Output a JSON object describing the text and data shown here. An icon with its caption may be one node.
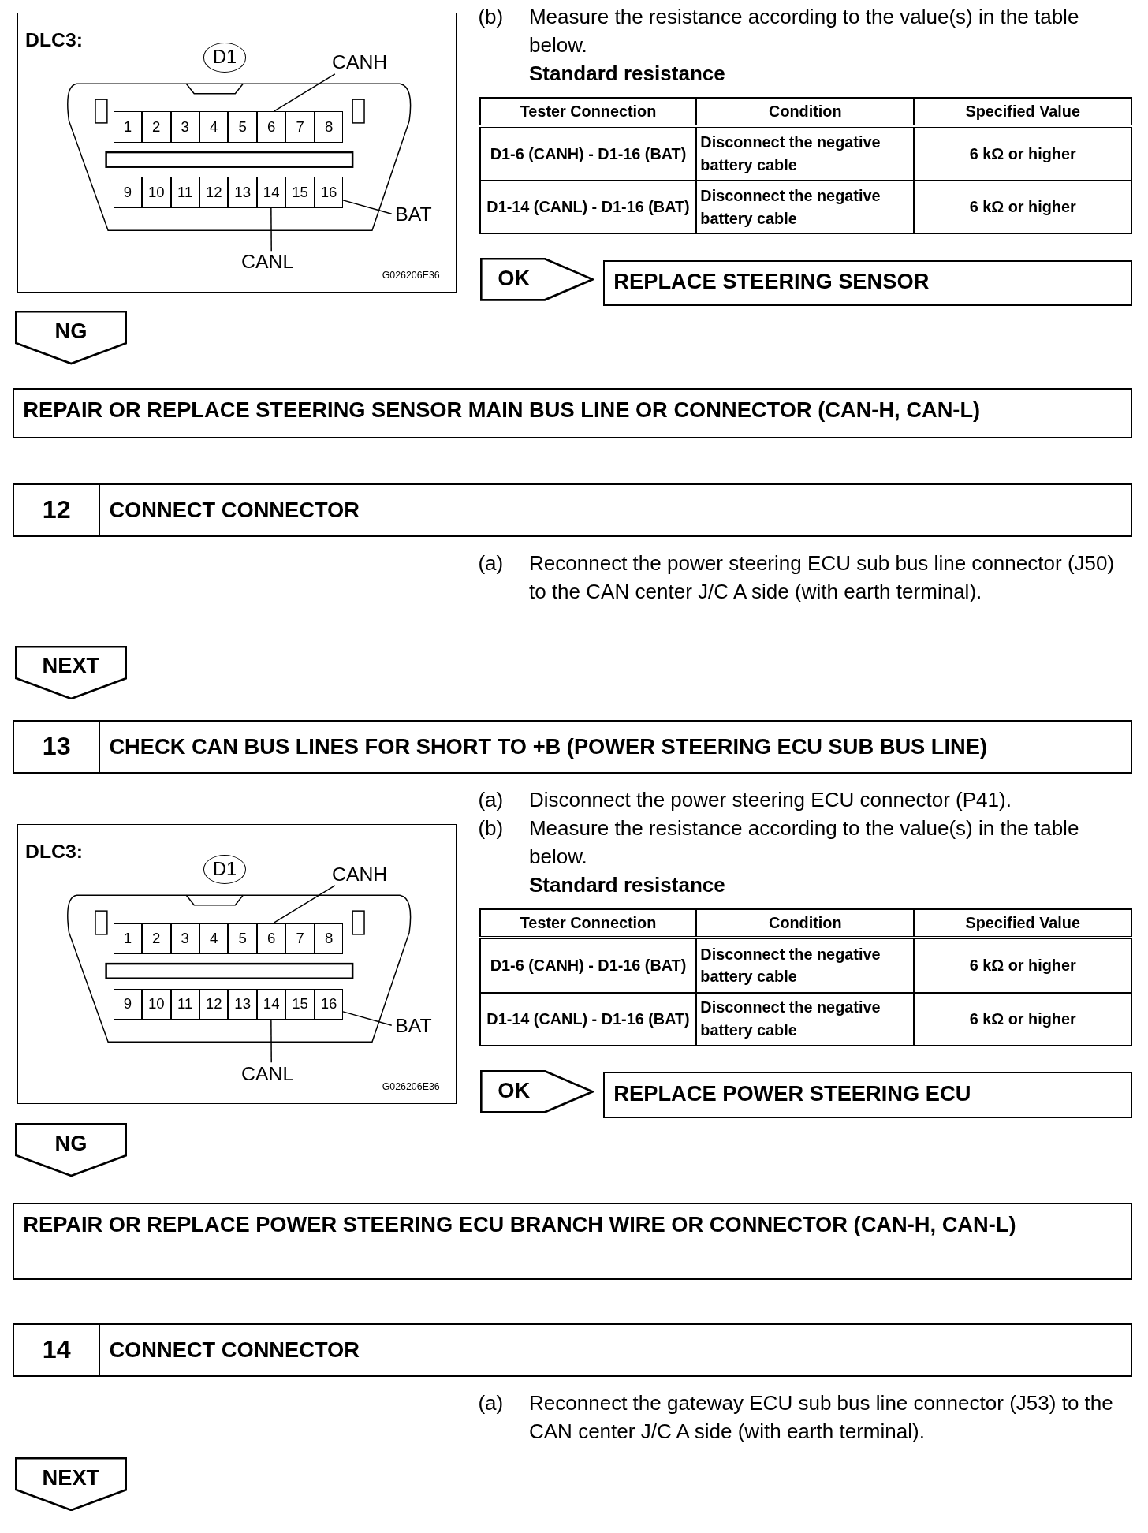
{
  "diagram": {
    "nodes": [
      {
        "text": [
          "DLC3:",
          "G026206E36"
        ]
      },
      {
        "text": [
          "D1"
        ],
        "in": 0
      },
      {
        "text": [
          "1"
        ],
        "in": 0
      },
      {
        "text": [
          "2"
        ],
        "in": 0
      },
      {
        "text": [
          "3"
        ],
        "in": 0
      },
      {
        "text": [
          "4"
        ],
        "in": 0
      },
      {
        "text": [
          "5"
        ],
        "in": 0
      },
      {
        "text": [
          "6"
        ],
        "in": 0
      },
      {
        "text": [
          "7"
        ],
        "in": 0
      },
      {
        "text": [
          "8"
        ],
        "in": 0
      },
      {
        "text": [
          "9"
        ],
        "in": 0
      },
      {
        "text": [
          "10"
        ],
        "in": 0
      },
      {
        "text": [
          "11"
        ],
        "in": 0
      },
      {
        "text": [
          "12"
        ],
        "in": 0
      },
      {
        "text": [
          "13"
        ],
        "in": 0
      },
      {
        "text": [
          "14"
        ],
        "in": 0
      },
      {
        "text": [
          "15"
        ],
        "in": 0
      },
      {
        "text": [
          "16"
        ],
        "in": 0
      },
      {
        "text": [
          "CANH"
        ],
        "in": 0
      },
      {
        "text": [
          "BAT"
        ],
        "in": 0
      },
      {
        "text": [
          "CANL"
        ],
        "in": 0
      },
      {
        "text": [
          "OK"
        ]
      },
      {
        "text": [
          "REPLACE STEERING SENSOR"
        ]
      },
      {
        "text": [
          "NG"
        ]
      },
      {
        "text": [
          "REPAIR OR REPLACE STEERING SENSOR MAIN BUS LINE OR CONNECTOR (CAN-H, CAN-L)"
        ]
      },
      {
        "text": [
          "12",
          "CONNECT CONNECTOR"
        ]
      },
      {
        "text": [
          "NEXT"
        ]
      },
      {
        "text": [
          "13",
          "CHECK CAN BUS LINES FOR SHORT TO +B (POWER STEERING ECU SUB BUS LINE)"
        ]
      },
      {
        "text": [
          "DLC3:",
          "G026206E36"
        ]
      },
      {
        "text": [
          "D1"
        ],
        "in": 28
      },
      {
        "text": [
          "1"
        ],
        "in": 28
      },
      {
        "text": [
          "2"
        ],
        "in": 28
      },
      {
        "text": [
          "3"
        ],
        "in": 28
      },
      {
        "text": [
          "4"
        ],
        "in": 28
      },
      {
        "text": [
          "5"
        ],
        "in": 28
      },
      {
        "text": [
          "6"
        ],
        "in": 28
      },
      {
        "text": [
          "7"
        ],
        "in": 28
      },
      {
        "text": [
          "8"
        ],
        "in": 28
      },
      {
        "text": [
          "9"
        ],
        "in": 28
      },
      {
        "text": [
          "10"
        ],
        "in": 28
      },
      {
        "text": [
          "11"
        ],
        "in": 28
      },
      {
        "text": [
          "12"
        ],
        "in": 28
      },
      {
        "text": [
          "13"
        ],
        "in": 28
      },
      {
        "text": [
          "14"
        ],
        "in": 28
      },
      {
        "text": [
          "15"
        ],
        "in": 28
      },
      {
        "text": [
          "16"
        ],
        "in": 28
      },
      {
        "text": [
          "CANH"
        ],
        "in": 28
      },
      {
        "text": [
          "BAT"
        ],
        "in": 28
      },
      {
        "text": [
          "CANL"
        ],
        "in": 28
      },
      {
        "text": [
          "OK"
        ]
      },
      {
        "text": [
          "REPLACE POWER STEERING ECU"
        ]
      },
      {
        "text": [
          "NG"
        ]
      },
      {
        "text": [
          "REPAIR OR REPLACE POWER STEERING ECU BRANCH WIRE OR CONNECTOR (CAN-H, CAN-L)"
        ]
      },
      {
        "text": [
          "14",
          "CONNECT CONNECTOR"
        ]
      },
      {
        "text": [
          "NEXT"
        ]
      }
    ],
    "edges": [
      {
        "from": 18,
        "to": 7,
        "arrow": "none"
      },
      {
        "from": 19,
        "to": 17,
        "arrow": "none"
      },
      {
        "from": 20,
        "to": 15,
        "arrow": "none"
      },
      {
        "from": 46,
        "to": 35,
        "arrow": "none"
      },
      {
        "from": 47,
        "to": 45,
        "arrow": "none"
      },
      {
        "from": 48,
        "to": 43,
        "arrow": "none"
      }
    ],
    "labels": [
      "(b)",
      "Measure the resistance according to the value(s) in the table below.",
      "Standard resistance",
      "Tester Connection",
      "Condition",
      "Specified Value",
      "D1-6 (CANH) - D1-16 (BAT)",
      "Disconnect the negative battery cable",
      "6 kΩ or higher",
      "D1-14 (CANL) - D1-16 (BAT)",
      "Disconnect the negative battery cable",
      "6 kΩ or higher",
      "(a)",
      "Reconnect the power steering ECU sub bus line connector (J50) to the CAN center J/C A side (with earth terminal).",
      "(a)",
      "Disconnect the power steering ECU connector (P41).",
      "(b)",
      "Measure the resistance according to the value(s) in the table below.",
      "Standard resistance",
      "Tester Connection",
      "Condition",
      "Specified Value",
      "D1-6 (CANH) - D1-16 (BAT)",
      "Disconnect the negative battery cable",
      "6 kΩ or higher",
      "D1-14 (CANL) - D1-16 (BAT)",
      "Disconnect the negative battery cable",
      "6 kΩ or higher",
      "(a)",
      "Reconnect the gateway ECU sub bus line connector (J53) to the CAN center J/C A side (with earth terminal)."
    ]
  }
}
